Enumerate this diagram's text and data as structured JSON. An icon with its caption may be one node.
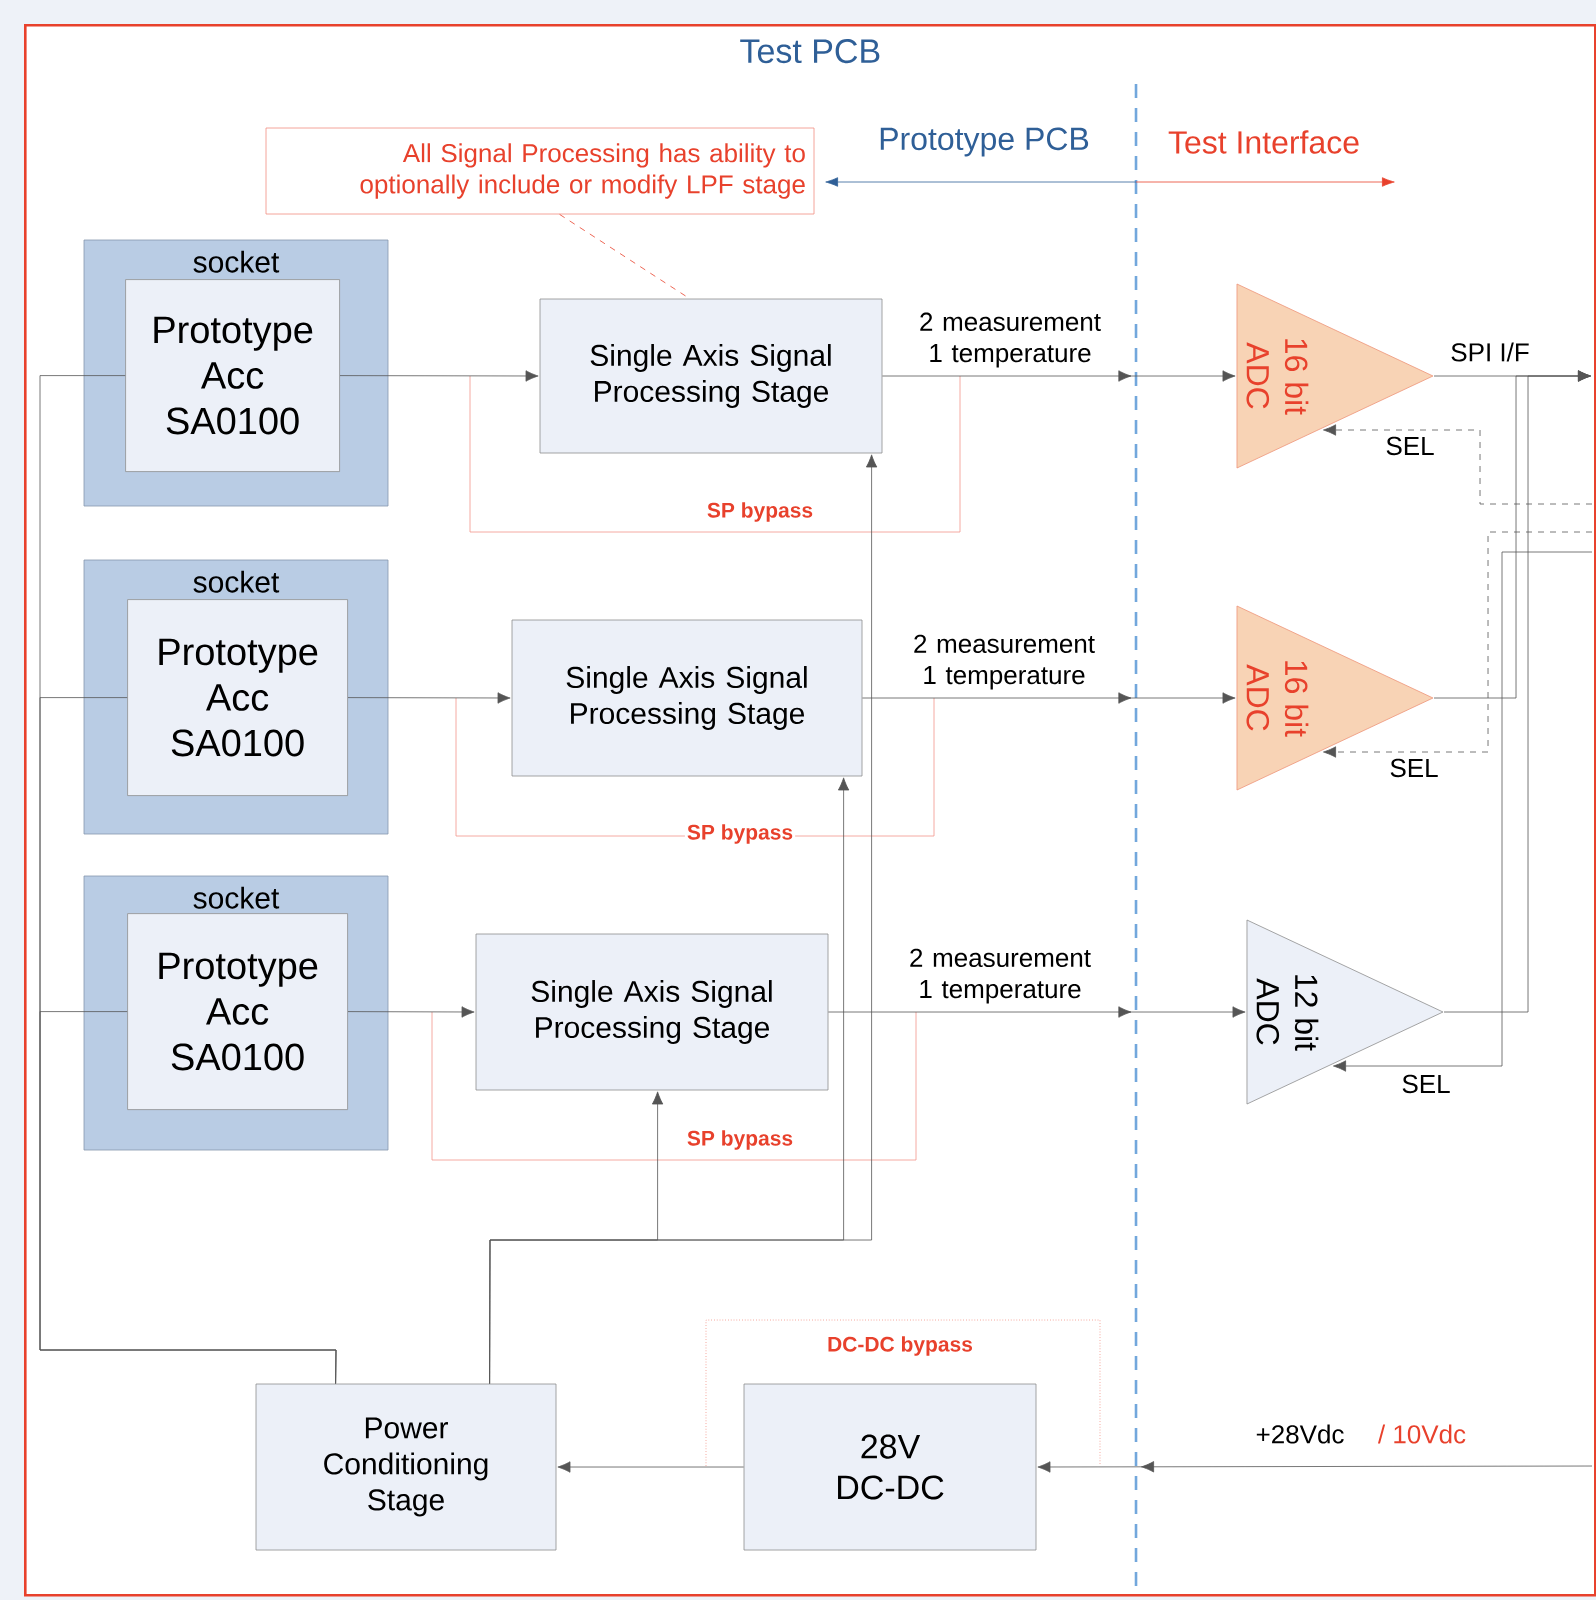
{
  "diagram": {
    "nodes": [
      {
        "text": [
          "Test PCB"
        ]
      },
      {
        "text": [
          "All Signal Processing has ability to optionally include or modify LPF stage"
        ],
        "in": 0
      },
      {
        "text": [
          "socket"
        ],
        "in": 0
      },
      {
        "text": [
          "Prototype Acc SA0100"
        ],
        "in": 2
      },
      {
        "text": [
          "Single Axis Signal Processing Stage"
        ],
        "in": 0
      },
      {
        "text": [
          "16 bit ADC"
        ],
        "in": 0
      },
      {
        "text": [
          "socket"
        ],
        "in": 0
      },
      {
        "text": [
          "Prototype Acc SA0100"
        ],
        "in": 6
      },
      {
        "text": [
          "Single Axis Signal Processing Stage"
        ],
        "in": 0
      },
      {
        "text": [
          "16 bit ADC"
        ],
        "in": 0
      },
      {
        "text": [
          "socket"
        ],
        "in": 0
      },
      {
        "text": [
          "Prototype Acc SA0100"
        ],
        "in": 10
      },
      {
        "text": [
          "Single Axis Signal Processing Stage"
        ],
        "in": 0
      },
      {
        "text": [
          "12 bit ADC"
        ],
        "in": 0
      },
      {
        "text": [
          "Power Conditioning Stage"
        ],
        "in": 0
      },
      {
        "text": [
          "28V DC-DC"
        ],
        "in": 0
      }
    ],
    "edges": [
      {
        "from": 1,
        "to": 4,
        "arrow": "none",
        "style": "dashed",
        "color": "#e8412c"
      },
      {
        "from": 3,
        "to": 4,
        "arrow": "to"
      },
      {
        "from": 4,
        "to": 5,
        "arrow": "to",
        "label": "2 measurement 1 temperature"
      },
      {
        "from": 5,
        "to": null,
        "arrow": "to",
        "label": "SPI I/F"
      },
      {
        "from": null,
        "to": 5,
        "arrow": "to",
        "label": "SEL",
        "style": "dashed"
      },
      {
        "from": 7,
        "to": 8,
        "arrow": "to"
      },
      {
        "from": 8,
        "to": 9,
        "arrow": "to",
        "label": "2 measurement 1 temperature"
      },
      {
        "from": 9,
        "to": null,
        "arrow": "to"
      },
      {
        "from": null,
        "to": 9,
        "arrow": "to",
        "label": "SEL",
        "style": "dashed"
      },
      {
        "from": 11,
        "to": 12,
        "arrow": "to"
      },
      {
        "from": 12,
        "to": 13,
        "arrow": "to",
        "label": "2 measurement 1 temperature"
      },
      {
        "from": 13,
        "to": null,
        "arrow": "to"
      },
      {
        "from": null,
        "to": 13,
        "arrow": "to",
        "label": "SEL"
      },
      {
        "from": 14,
        "to": 3,
        "arrow": "none"
      },
      {
        "from": 14,
        "to": 7,
        "arrow": "none"
      },
      {
        "from": 14,
        "to": 11,
        "arrow": "none"
      },
      {
        "from": 14,
        "to": 4,
        "arrow": "to"
      },
      {
        "from": 14,
        "to": 8,
        "arrow": "to"
      },
      {
        "from": 14,
        "to": 12,
        "arrow": "to"
      },
      {
        "from": 15,
        "to": 14,
        "arrow": "to"
      },
      {
        "from": null,
        "to": 15,
        "arrow": "to",
        "label": "+28Vdc"
      }
    ],
    "labels": [
      "Prototype PCB",
      "Test Interface",
      "SP bypass",
      "SP bypass",
      "SP bypass",
      "DC-DC bypass",
      "/ 10Vdc"
    ]
  }
}
